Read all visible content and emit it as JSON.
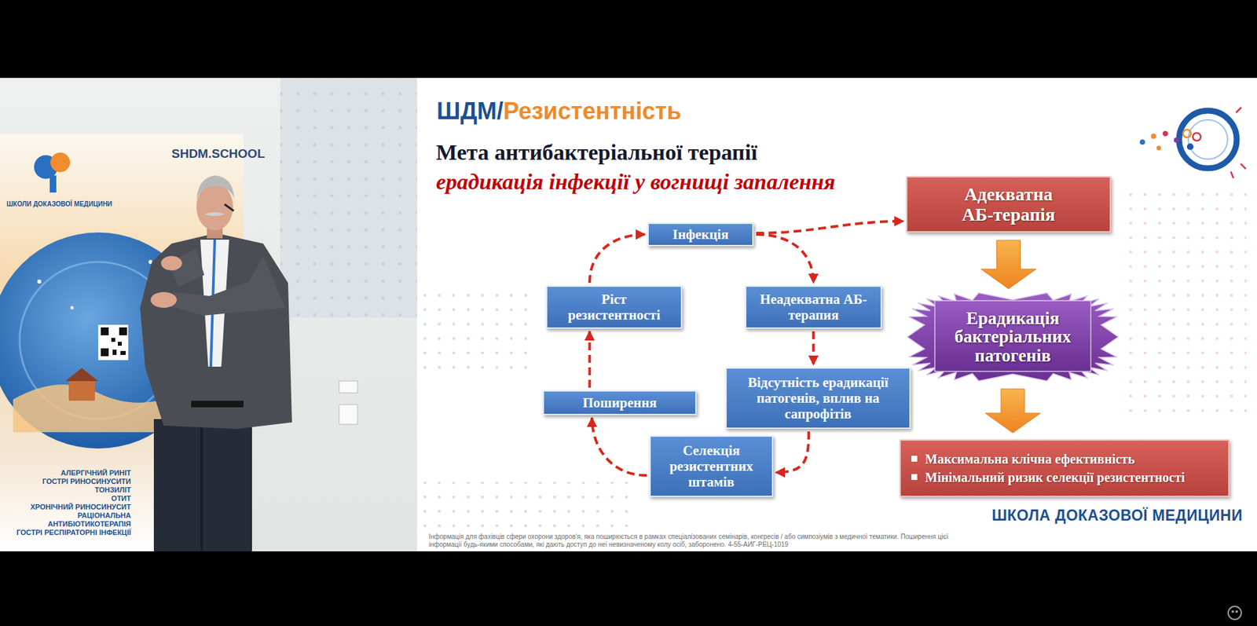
{
  "diagram": {
    "title": "Мета антибактеріальної терапії",
    "nodes": [
      {
        "text": [
          "Інфекція"
        ]
      },
      {
        "text": [
          "Неадекватна АБ-терапия"
        ]
      },
      {
        "text": [
          "Відсутність ерадикації патогенів, вплив на сапрофітів"
        ]
      },
      {
        "text": [
          "Селекція резистентних штамів"
        ]
      },
      {
        "text": [
          "Поширення"
        ]
      },
      {
        "text": [
          "Ріст резистентності"
        ]
      },
      {
        "text": [
          "Адекватна АБ-терапія"
        ]
      },
      {
        "text": [
          "Ерадикація бактеріальних патогенів"
        ]
      },
      {
        "text": [
          "Максимальна клічна ефективність",
          "Мінімальний ризик селекції резистентності"
        ]
      }
    ],
    "edges": [
      {
        "from": 0,
        "to": 1,
        "arrow": "to"
      },
      {
        "from": 1,
        "to": 2,
        "arrow": "to"
      },
      {
        "from": 2,
        "to": 3,
        "arrow": "to"
      },
      {
        "from": 3,
        "to": 4,
        "arrow": "to"
      },
      {
        "from": 4,
        "to": 5,
        "arrow": "to"
      },
      {
        "from": 5,
        "to": 0,
        "arrow": "to"
      },
      {
        "from": 0,
        "to": 6,
        "arrow": "to"
      },
      {
        "from": 6,
        "to": 7,
        "arrow": "to"
      },
      {
        "from": 7,
        "to": 8,
        "arrow": "to"
      }
    ],
    "labels": [
      "ШДМ/",
      "Резистентність",
      "ерадикація інфекції у вогнищі запалення",
      "ШКОЛА ДОКАЗОВОЇ МЕДИЦИНИ",
      "Інформація для фахівців сфери охорони здоров'я, яка поширюється в рамках спеціалізованих семінарів, конгресів / або симпозіумів з медичної тематики. Поширення цієї інформації будь-якими способами, які дають доступ до неї невизначеному колу осіб, заборонено. 4-55-АИГ-РЕЦ-1019",
      "SHDM.SCHOOL",
      "ШКОЛИ ДОКАЗОВОЇ МЕДИЦИНИ",
      "АЛЕРГІЧНИЙ РИНІТ",
      "ГОСТРІ РИНОСИНУСИТИ",
      "ТОНЗИЛІТ",
      "ОТИТ",
      "ХРОНІЧНИЙ РИНОСИНУСИТ",
      "РАЦІОНАЛЬНА АНТИБІОТИКОТЕРАПІЯ",
      "ГОСТРІ РЕСПІРАТОРНІ ІНФЕКЦІЇ"
    ]
  }
}
